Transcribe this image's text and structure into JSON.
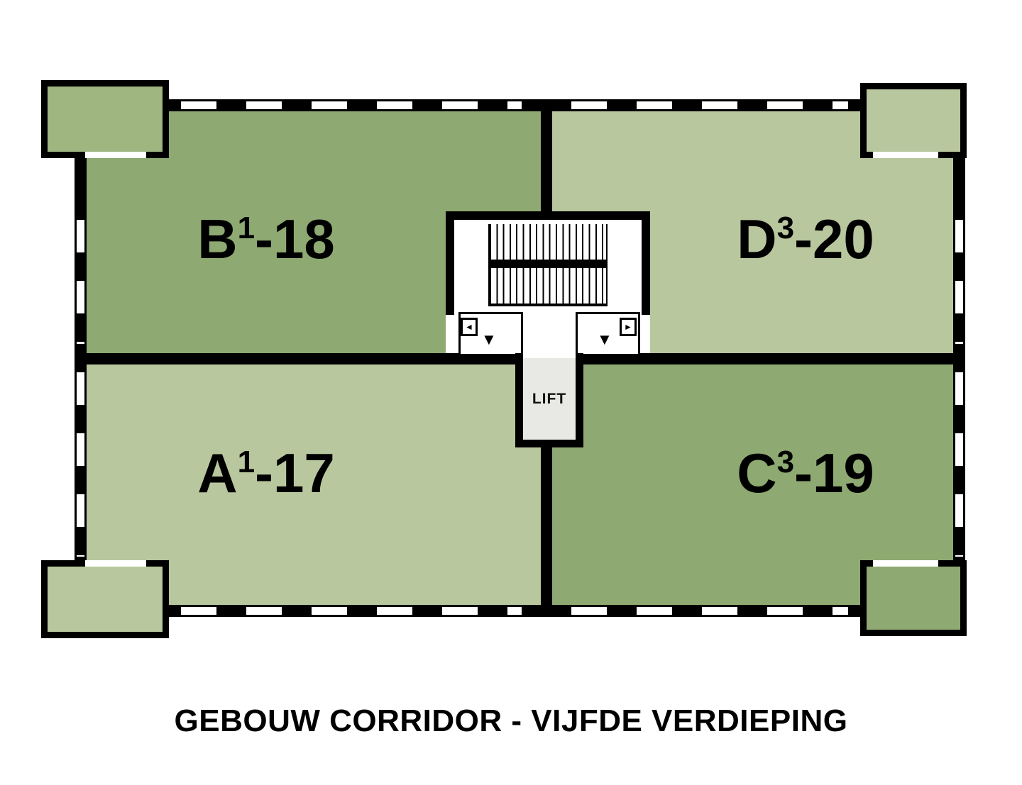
{
  "title": "GEBOUW CORRIDOR - VIJFDE VERDIEPING",
  "lift": {
    "label": "LIFT"
  },
  "units": [
    {
      "name": "B1-18",
      "letter": "B",
      "superscript": "1",
      "suffix": "-18",
      "position": "top-left",
      "shade": "dark"
    },
    {
      "name": "D3-20",
      "letter": "D",
      "superscript": "3",
      "suffix": "-20",
      "position": "top-right",
      "shade": "light"
    },
    {
      "name": "A1-17",
      "letter": "A",
      "superscript": "1",
      "suffix": "-17",
      "position": "bottom-left",
      "shade": "light"
    },
    {
      "name": "C3-19",
      "letter": "C",
      "superscript": "3",
      "suffix": "-19",
      "position": "bottom-right",
      "shade": "dark"
    }
  ],
  "icons": {
    "arrow_left": "◄",
    "arrow_right": "►",
    "arrow_down": "▼"
  },
  "colors": {
    "unit_green_dark": "#8ea971",
    "unit_green_light": "#b8c79d",
    "balcony_green_mid": "#9fb681",
    "wall_black": "#000000",
    "lift_gray": "#e8e8e5",
    "background": "#ffffff"
  }
}
